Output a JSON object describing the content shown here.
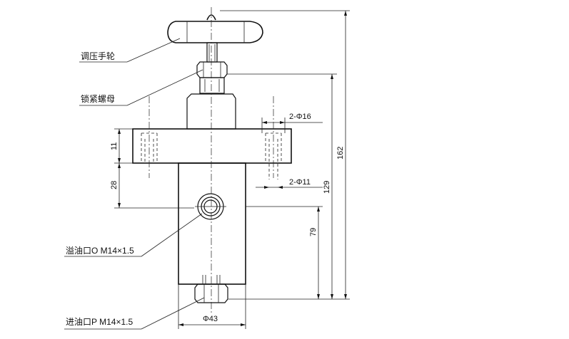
{
  "labels": {
    "handwheel": "调压手轮",
    "lock_nut": "锁紧螺母",
    "overflow_port": "溢油口O M14×1.5",
    "inlet_port": "进油口P M14×1.5"
  },
  "dimensions": {
    "flange_holes": "2-Φ16",
    "body_holes": "2-Φ11",
    "flange_thickness": "11",
    "flange_to_port": "28",
    "port_height": "79",
    "flange_height": "129",
    "overall_height": "162",
    "body_diameter": "Φ43"
  }
}
